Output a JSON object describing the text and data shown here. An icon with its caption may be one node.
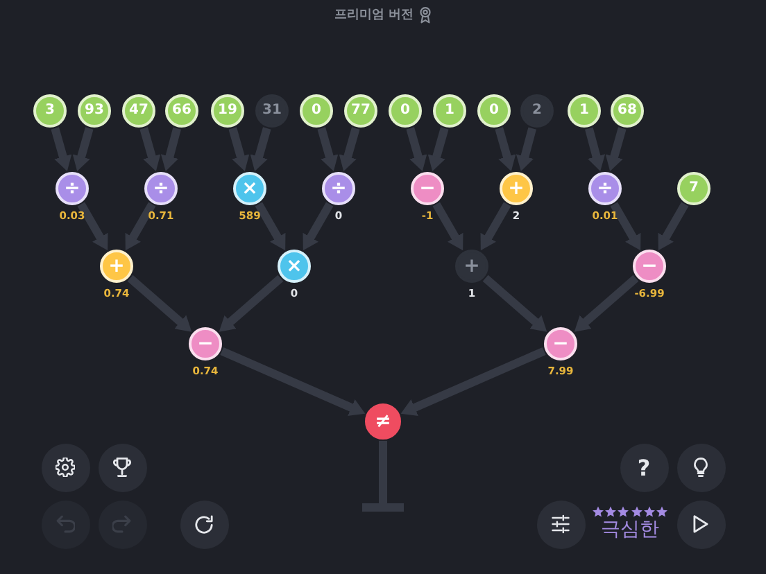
{
  "diagram": {
    "title": "프리미엄 버전",
    "nodes": [
      {
        "text": [
          "3"
        ]
      },
      {
        "text": [
          "93"
        ]
      },
      {
        "text": [
          "47"
        ]
      },
      {
        "text": [
          "66"
        ]
      },
      {
        "text": [
          "19"
        ]
      },
      {
        "text": [
          "31"
        ]
      },
      {
        "text": [
          "0"
        ]
      },
      {
        "text": [
          "77"
        ]
      },
      {
        "text": [
          "0"
        ]
      },
      {
        "text": [
          "1"
        ]
      },
      {
        "text": [
          "0"
        ]
      },
      {
        "text": [
          "2"
        ]
      },
      {
        "text": [
          "1"
        ]
      },
      {
        "text": [
          "68"
        ]
      },
      {
        "text": [
          "÷"
        ],
        "beside": [
          "0.03"
        ]
      },
      {
        "text": [
          "÷"
        ],
        "beside": [
          "0.71"
        ]
      },
      {
        "text": [
          "×"
        ],
        "beside": [
          "589"
        ]
      },
      {
        "text": [
          "÷"
        ],
        "beside": [
          "0"
        ]
      },
      {
        "text": [
          "−"
        ],
        "beside": [
          "-1"
        ]
      },
      {
        "text": [
          "+"
        ],
        "beside": [
          "2"
        ]
      },
      {
        "text": [
          "÷"
        ],
        "beside": [
          "0.01"
        ]
      },
      {
        "text": [
          "7"
        ]
      },
      {
        "text": [
          "+"
        ],
        "beside": [
          "0.74"
        ]
      },
      {
        "text": [
          "×"
        ],
        "beside": [
          "0"
        ]
      },
      {
        "text": [
          "+"
        ],
        "beside": [
          "1"
        ]
      },
      {
        "text": [
          "−"
        ],
        "beside": [
          "-6.99"
        ]
      },
      {
        "text": [
          "−"
        ],
        "beside": [
          "0.74"
        ]
      },
      {
        "text": [
          "−"
        ],
        "beside": [
          "7.99"
        ]
      },
      {
        "text": [
          "≠"
        ]
      }
    ],
    "edges": [
      {
        "from": 0,
        "to": 14,
        "arrow": "to"
      },
      {
        "from": 1,
        "to": 14,
        "arrow": "to"
      },
      {
        "from": 2,
        "to": 15,
        "arrow": "to"
      },
      {
        "from": 3,
        "to": 15,
        "arrow": "to"
      },
      {
        "from": 4,
        "to": 16,
        "arrow": "to"
      },
      {
        "from": 5,
        "to": 16,
        "arrow": "to"
      },
      {
        "from": 6,
        "to": 17,
        "arrow": "to"
      },
      {
        "from": 7,
        "to": 17,
        "arrow": "to"
      },
      {
        "from": 8,
        "to": 18,
        "arrow": "to"
      },
      {
        "from": 9,
        "to": 18,
        "arrow": "to"
      },
      {
        "from": 10,
        "to": 19,
        "arrow": "to"
      },
      {
        "from": 11,
        "to": 19,
        "arrow": "to"
      },
      {
        "from": 12,
        "to": 20,
        "arrow": "to"
      },
      {
        "from": 13,
        "to": 20,
        "arrow": "to"
      },
      {
        "from": 14,
        "to": 22,
        "arrow": "to"
      },
      {
        "from": 15,
        "to": 22,
        "arrow": "to"
      },
      {
        "from": 16,
        "to": 23,
        "arrow": "to"
      },
      {
        "from": 17,
        "to": 23,
        "arrow": "to"
      },
      {
        "from": 18,
        "to": 24,
        "arrow": "to"
      },
      {
        "from": 19,
        "to": 24,
        "arrow": "to"
      },
      {
        "from": 20,
        "to": 25,
        "arrow": "to"
      },
      {
        "from": 21,
        "to": 25,
        "arrow": "to"
      },
      {
        "from": 22,
        "to": 26,
        "arrow": "to"
      },
      {
        "from": 23,
        "to": 26,
        "arrow": "to"
      },
      {
        "from": 24,
        "to": 27,
        "arrow": "to"
      },
      {
        "from": 25,
        "to": 27,
        "arrow": "to"
      },
      {
        "from": 26,
        "to": 28,
        "arrow": "to"
      },
      {
        "from": 27,
        "to": 28,
        "arrow": "to"
      }
    ],
    "labels": [
      "?",
      "극심한"
    ]
  }
}
